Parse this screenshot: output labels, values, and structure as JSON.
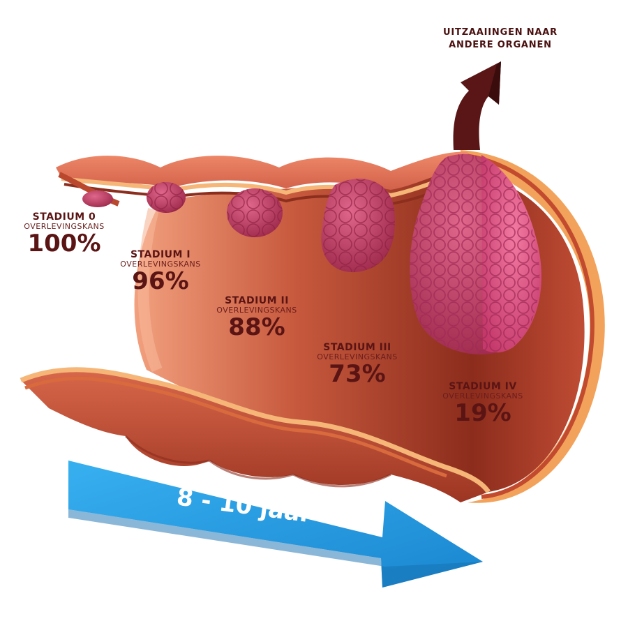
{
  "stages": [
    {
      "title": "STADIUM 0",
      "caption": "OVERLEVINGSKANS",
      "percent": "100%"
    },
    {
      "title": "STADIUM I",
      "caption": "OVERLEVINGSKANS",
      "percent": "96%"
    },
    {
      "title": "STADIUM II",
      "caption": "OVERLEVINGSKANS",
      "percent": "88%"
    },
    {
      "title": "STADIUM III",
      "caption": "OVERLEVINGSKANS",
      "percent": "73%"
    },
    {
      "title": "STADIUM IV",
      "caption": "OVERLEVINGSKANS",
      "percent": "19%"
    }
  ],
  "metastasis": {
    "line1": "UITZAAIINGEN NAAR",
    "line2": "ANDERE ORGANEN"
  },
  "timeline": {
    "label": "8 - 10 jaar"
  },
  "colors": {
    "tissue": "#c9543c",
    "tissue_light": "#e27a5c",
    "tissue_dark": "#7e2418",
    "fat_layer": "#f5b678",
    "tumor": "#c23d66",
    "tumor_bright": "#e85a8a",
    "metastasis_arrow": "#5a1616",
    "timeline_arrow": "#1e9be3",
    "text": "#5a1414"
  }
}
